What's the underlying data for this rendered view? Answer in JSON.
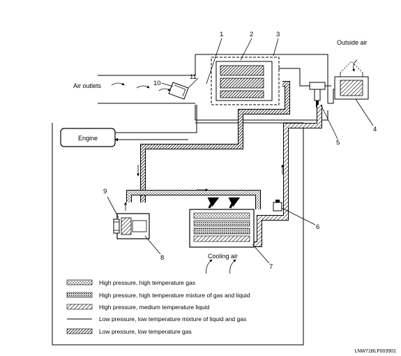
{
  "labels": {
    "air_outlets": "Air outlets",
    "outside_air": "Outside air",
    "engine": "Engine",
    "cooling_air": "Cooling air",
    "code": "LNW71BLF003901"
  },
  "callouts": [
    "1",
    "2",
    "3",
    "4",
    "5",
    "6",
    "7",
    "8",
    "9",
    "10",
    "11"
  ],
  "legend": [
    {
      "pattern": "dots",
      "text": "High pressure, high temperature gas"
    },
    {
      "pattern": "mix",
      "text": "High pressure, high temperature mixture of gas and liquid"
    },
    {
      "pattern": "hatch",
      "text": "High pressure, medium temperature liquid"
    },
    {
      "pattern": "line",
      "text": "Low pressure, low temperature mixture of liquid and gas"
    },
    {
      "pattern": "dense",
      "text": "Low pressure, low temperature gas"
    }
  ]
}
